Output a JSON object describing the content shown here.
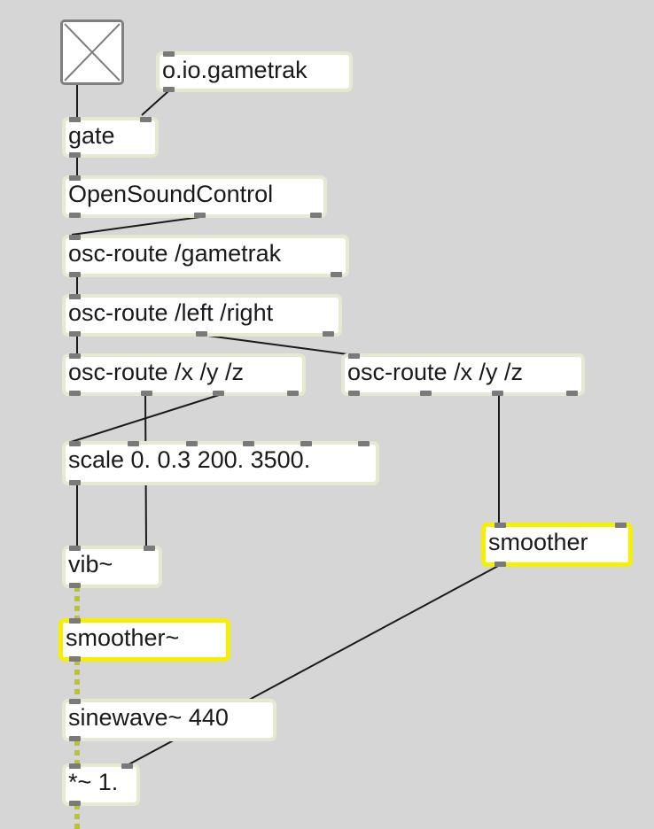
{
  "patcher": {
    "objects": {
      "toggle": {
        "label": ""
      },
      "gametrak_io": {
        "label": "o.io.gametrak"
      },
      "gate": {
        "label": "gate"
      },
      "osc": {
        "label": "OpenSoundControl"
      },
      "route_gametrak": {
        "label": "osc-route /gametrak"
      },
      "route_leftright": {
        "label": "osc-route /left /right"
      },
      "route_xyz_left": {
        "label": "osc-route /x /y /z"
      },
      "route_xyz_right": {
        "label": "osc-route /x /y /z"
      },
      "scale": {
        "label": "scale 0. 0.3 200. 3500."
      },
      "vib": {
        "label": "vib~"
      },
      "smoother_sig": {
        "label": "smoother~"
      },
      "smoother": {
        "label": "smoother"
      },
      "sinewave": {
        "label": "sinewave~ 440"
      },
      "times": {
        "label": "*~ 1."
      }
    }
  }
}
